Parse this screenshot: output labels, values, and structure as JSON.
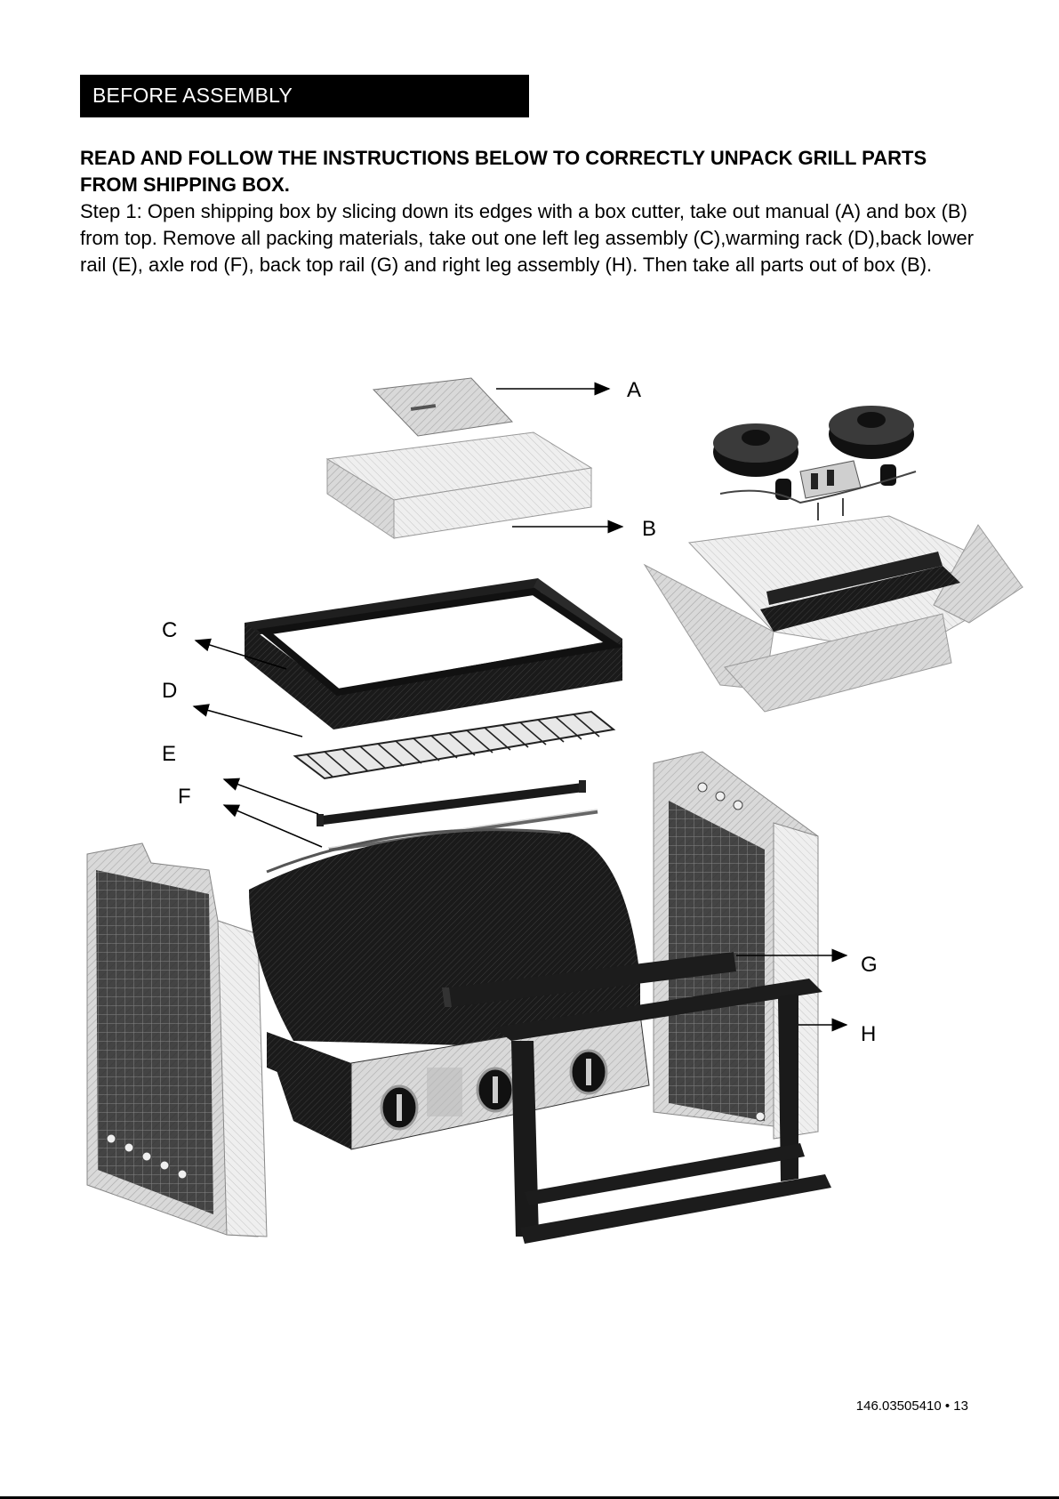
{
  "header": {
    "section_title": "BEFORE ASSEMBLY"
  },
  "instructions": {
    "heading": "READ AND FOLLOW THE INSTRUCTIONS BELOW TO CORRECTLY UNPACK GRILL PARTS FROM SHIPPING BOX.",
    "step1": "Step 1: Open shipping box by slicing down its edges with a box cutter, take out manual (A) and box (B) from top. Remove all packing materials, take out one left leg assembly (C),warming rack (D),back lower rail (E), axle rod (F), back top rail (G) and right leg assembly (H). Then take all parts out of box (B)."
  },
  "diagram": {
    "labels": {
      "a": "A",
      "b": "B",
      "c": "C",
      "d": "D",
      "e": "E",
      "f": "F",
      "g": "G",
      "h": "H"
    }
  },
  "footer": {
    "page_number": "146.03505410 • 13"
  }
}
